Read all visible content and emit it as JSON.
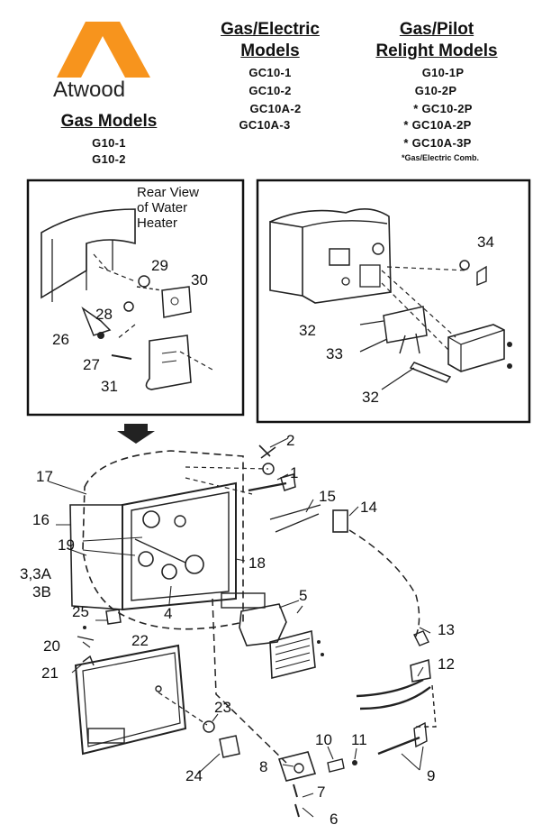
{
  "logo": {
    "brand": "Atwood",
    "brand_color": "#f7941d"
  },
  "gas_models": {
    "title": "Gas Models",
    "items": [
      "G10-1",
      "G10-2"
    ]
  },
  "gas_electric_models": {
    "title_line1": "Gas/Electric",
    "title_line2": "Models",
    "items": [
      "GC10-1",
      "GC10-2",
      "GC10A-2",
      "GC10A-3"
    ]
  },
  "pilot_models": {
    "title_line1": "Gas/Pilot",
    "title_line2": "Relight Models",
    "items": [
      "G10-1P",
      "G10-2P",
      "* GC10-2P",
      "* GC10A-2P",
      "* GC10A-3P"
    ],
    "footnote": "*Gas/Electric Comb."
  },
  "inset_left": {
    "caption_lines": [
      "Rear View",
      "of Water",
      "Heater"
    ]
  },
  "part_numbers": {
    "p1": "1",
    "p2": "2",
    "p3": "3,3A",
    "p3b": "3B",
    "p4": "4",
    "p5": "5",
    "p6": "6",
    "p7": "7",
    "p8": "8",
    "p9": "9",
    "p10": "10",
    "p11": "11",
    "p12": "12",
    "p13": "13",
    "p14": "14",
    "p15": "15",
    "p16": "16",
    "p17": "17",
    "p18": "18",
    "p19": "19",
    "p20": "20",
    "p21": "21",
    "p22": "22",
    "p23": "23",
    "p24": "24",
    "p25": "25",
    "p26": "26",
    "p27": "27",
    "p28": "28",
    "p29": "29",
    "p30": "30",
    "p31": "31",
    "p32a": "32",
    "p32b": "32",
    "p33": "33",
    "p34": "34"
  }
}
